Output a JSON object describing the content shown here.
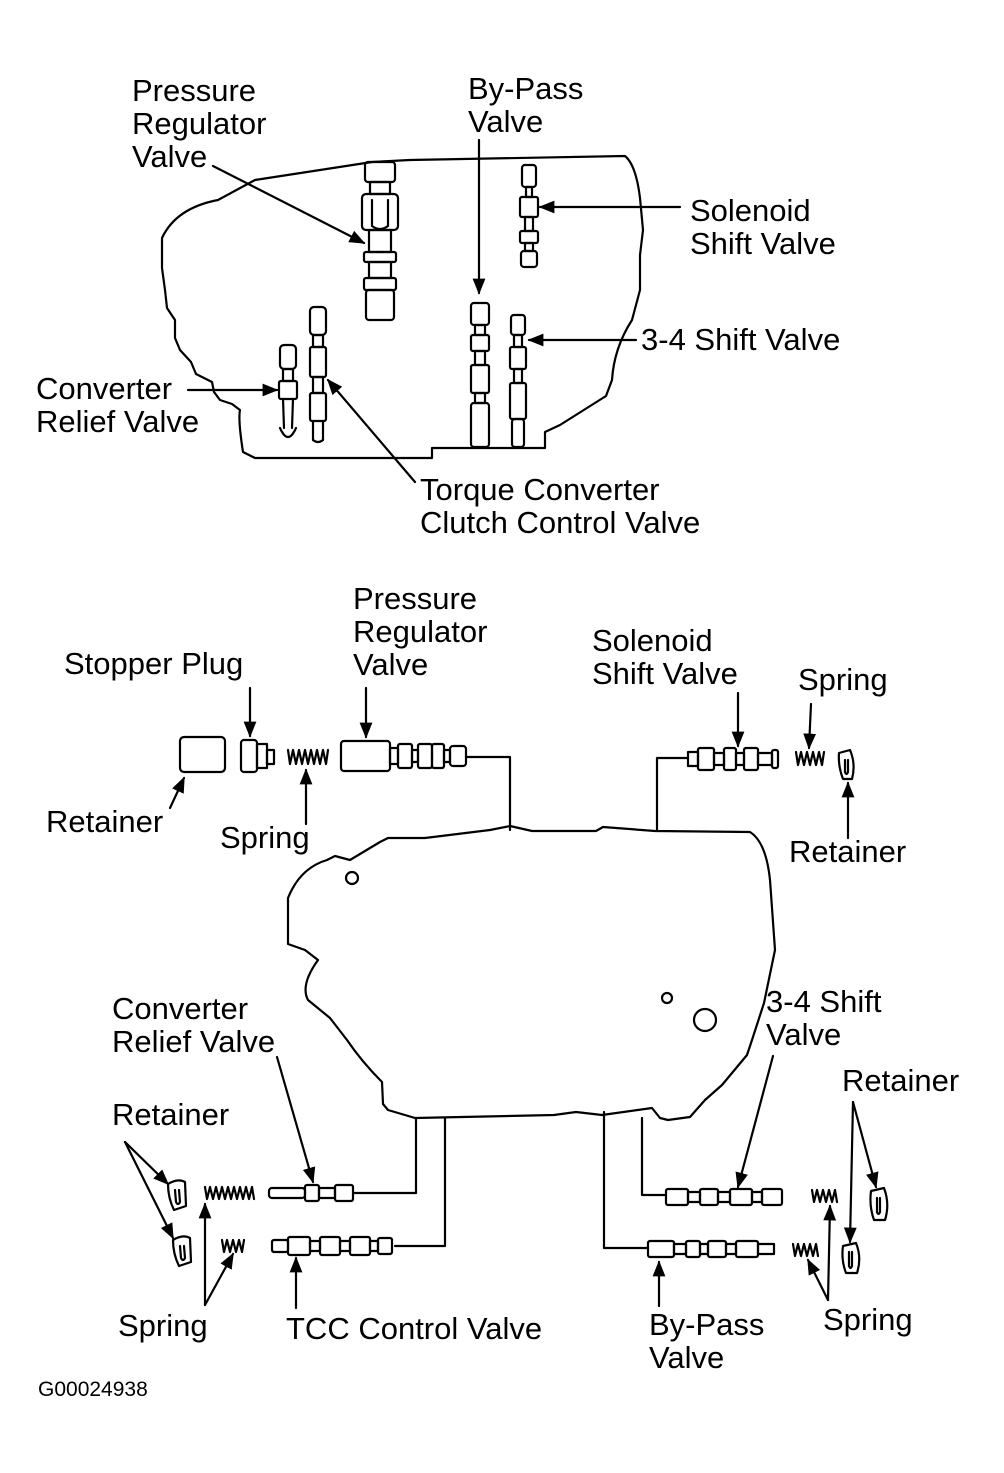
{
  "top_view": {
    "pressure_regulator_valve": [
      "Pressure",
      "Regulator",
      "Valve"
    ],
    "bypass_valve": [
      "By-Pass",
      "Valve"
    ],
    "solenoid_shift_valve": [
      "Solenoid",
      "Shift Valve"
    ],
    "shift_valve_34": [
      "3-4 Shift Valve"
    ],
    "converter_relief_valve": [
      "Converter",
      "Relief Valve"
    ],
    "tcc_control_valve": [
      "Torque Converter",
      "Clutch Control Valve"
    ]
  },
  "exploded_view": {
    "stopper_plug": [
      "Stopper Plug"
    ],
    "pressure_regulator_valve": [
      "Pressure",
      "Regulator",
      "Valve"
    ],
    "solenoid_shift_valve": [
      "Solenoid",
      "Shift Valve"
    ],
    "spring_top_right": [
      "Spring"
    ],
    "retainer_top_left": [
      "Retainer"
    ],
    "spring_top_left": [
      "Spring"
    ],
    "retainer_top_right": [
      "Retainer"
    ],
    "converter_relief_valve": [
      "Converter",
      "Relief Valve"
    ],
    "shift_valve_34": [
      "3-4 Shift",
      "Valve"
    ],
    "retainer_bottom_left": [
      "Retainer"
    ],
    "retainer_bottom_right": [
      "Retainer"
    ],
    "spring_bottom_left": [
      "Spring"
    ],
    "tcc_control_valve": [
      "TCC Control Valve"
    ],
    "bypass_valve": [
      "By-Pass",
      "Valve"
    ],
    "spring_bottom_right": [
      "Spring"
    ]
  },
  "figure_code": "G00024938"
}
